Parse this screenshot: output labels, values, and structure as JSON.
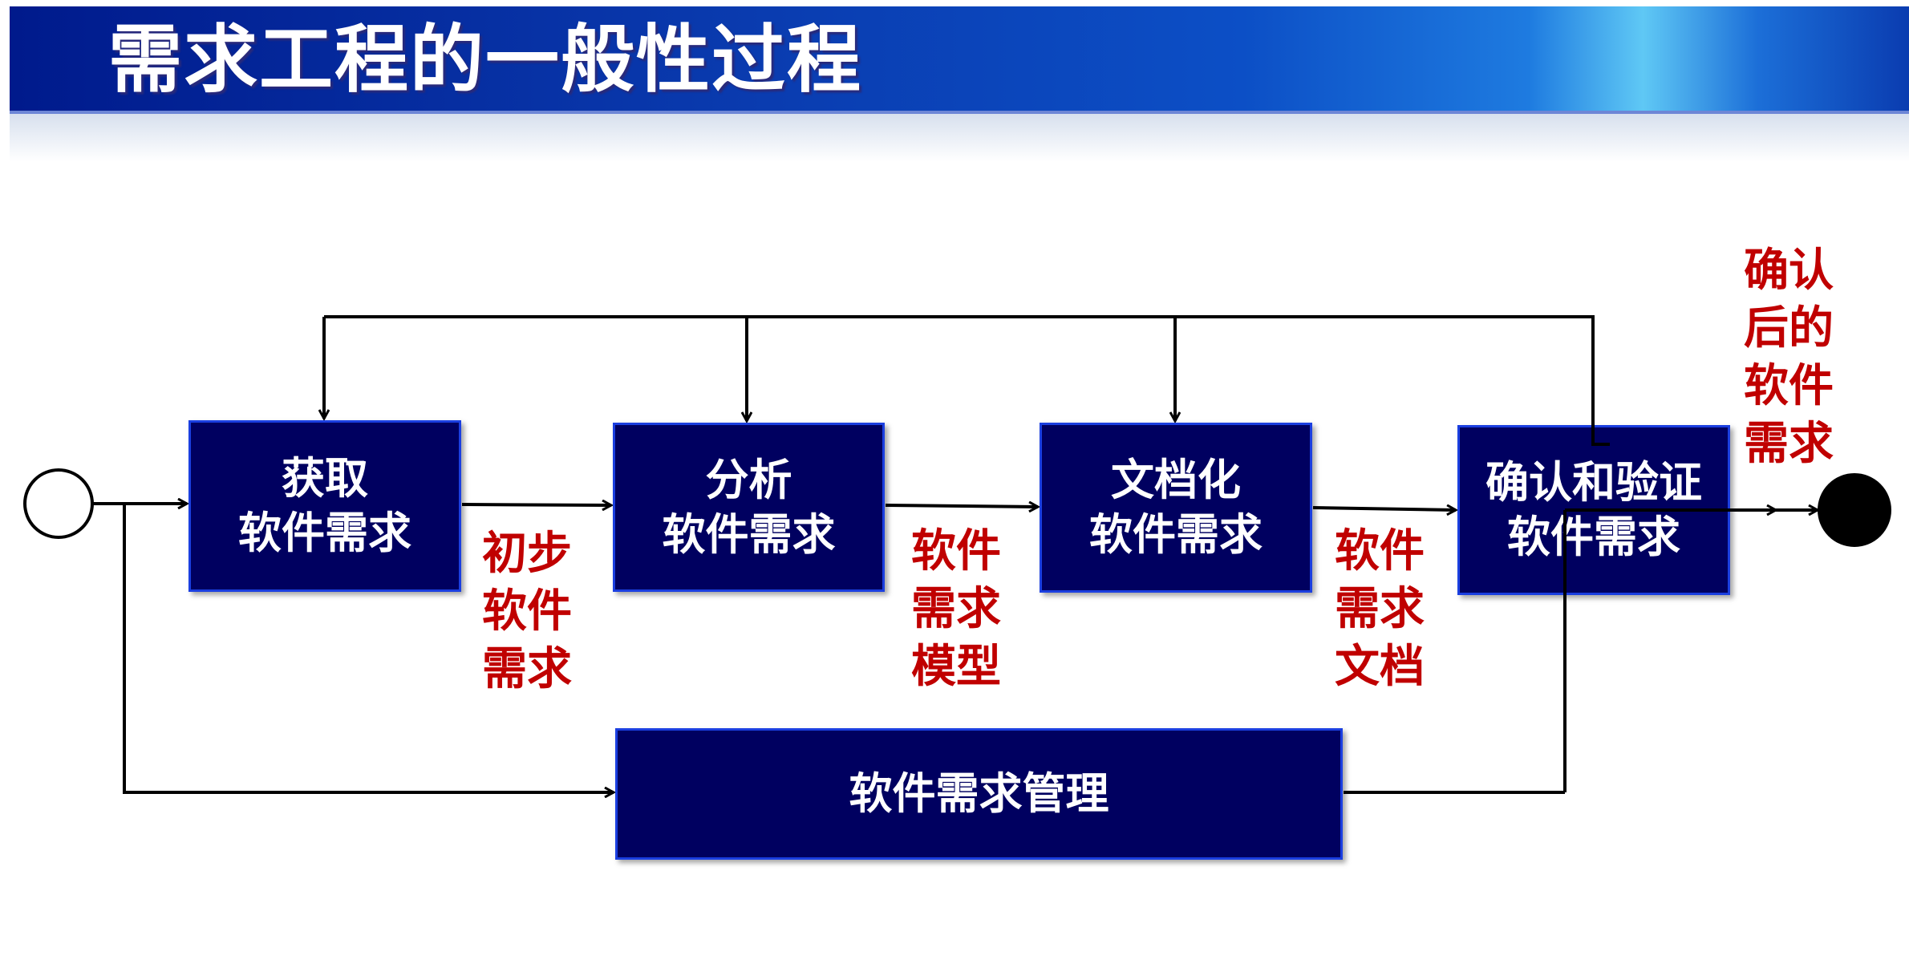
{
  "title": "需求工程的一般性过程",
  "boxes": {
    "elicit": [
      "获取",
      "软件需求"
    ],
    "analyze": [
      "分析",
      "软件需求"
    ],
    "document": [
      "文档化",
      "软件需求"
    ],
    "validate": [
      "确认和验证",
      "软件需求"
    ],
    "manage": "软件需求管理"
  },
  "labels": {
    "initial": [
      "初步",
      "软件",
      "需求"
    ],
    "model": [
      "软件",
      "需求",
      "模型"
    ],
    "doc": [
      "软件",
      "需求",
      "文档"
    ],
    "confirmed": [
      "确认",
      "后的",
      "软件",
      "需求"
    ]
  },
  "colors": {
    "box": "#000060",
    "label": "#c00000",
    "header": "#0a3cb0"
  }
}
